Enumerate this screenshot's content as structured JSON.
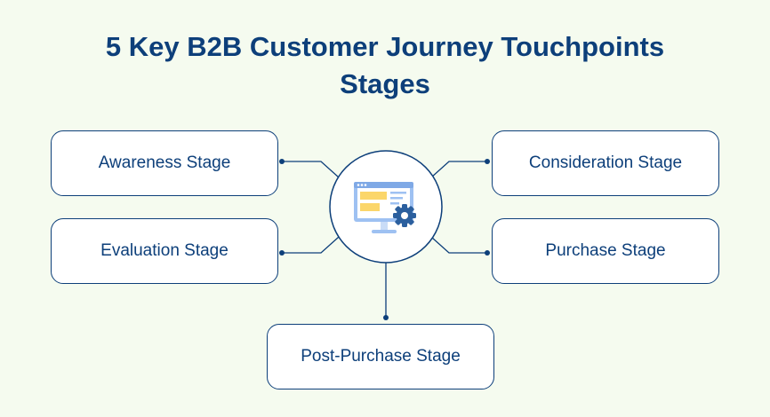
{
  "title_line1": "5 Key B2B Customer Journey Touchpoints",
  "title_line2": "Stages",
  "stages": {
    "awareness": "Awareness Stage",
    "evaluation": "Evaluation Stage",
    "consideration": "Consideration Stage",
    "purchase": "Purchase Stage",
    "post_purchase": "Post-Purchase Stage"
  },
  "center_icon": "computer-settings-icon",
  "colors": {
    "background": "#f5fbef",
    "primary": "#0d3f7a",
    "box_fill": "#ffffff",
    "icon_blue": "#9ec1f2",
    "icon_yellow": "#fbd66a",
    "icon_gear": "#2b5f9e"
  }
}
